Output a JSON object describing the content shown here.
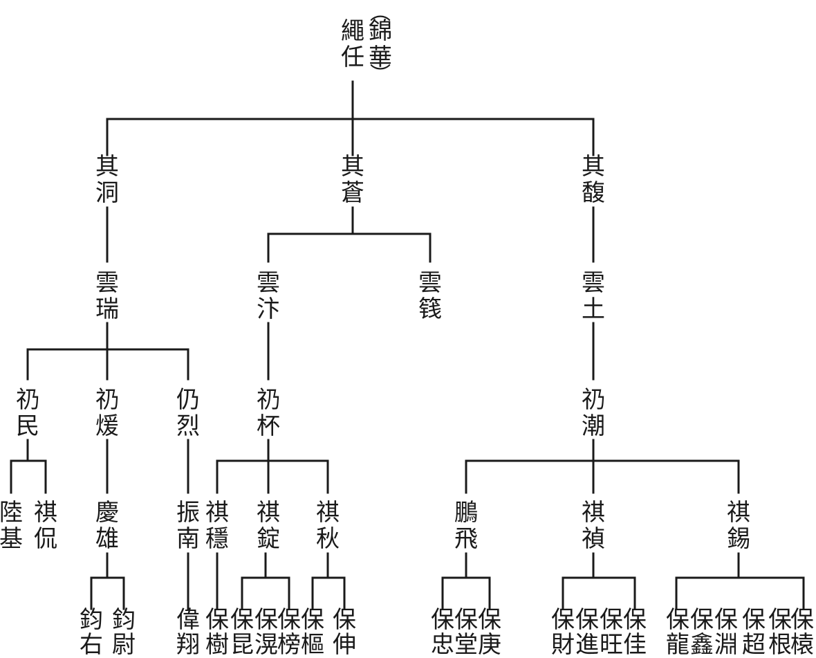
{
  "root": {
    "chars": [
      "繩",
      "任"
    ],
    "alias": [
      "錦",
      "華"
    ],
    "open_paren": "︵",
    "close_paren": "︶"
  },
  "gen1": [
    {
      "id": "qitong",
      "chars": [
        "其",
        "洞"
      ]
    },
    {
      "id": "qicang",
      "chars": [
        "其",
        "蒼"
      ]
    },
    {
      "id": "qifu",
      "chars": [
        "其",
        "馥"
      ]
    }
  ],
  "gen2": [
    {
      "id": "yunrui",
      "chars": [
        "雲",
        "瑞"
      ]
    },
    {
      "id": "yunbian",
      "chars": [
        "雲",
        "汴"
      ]
    },
    {
      "id": "yunxi",
      "chars": [
        "雲",
        "篯"
      ]
    },
    {
      "id": "yuntu",
      "chars": [
        "雲",
        "土"
      ]
    }
  ],
  "gen3": [
    {
      "id": "renmin",
      "chars": [
        "礽",
        "民"
      ]
    },
    {
      "id": "renyuan",
      "chars": [
        "礽",
        "煖"
      ]
    },
    {
      "id": "renglie",
      "chars": [
        "仍",
        "烈"
      ]
    },
    {
      "id": "renbei",
      "chars": [
        "礽",
        "杯"
      ]
    },
    {
      "id": "renchao",
      "chars": [
        "礽",
        "潮"
      ]
    }
  ],
  "gen4": [
    {
      "id": "luji",
      "chars": [
        "陸",
        "基"
      ]
    },
    {
      "id": "qikan",
      "chars": [
        "祺",
        "侃"
      ]
    },
    {
      "id": "qingxiong",
      "chars": [
        "慶",
        "雄"
      ]
    },
    {
      "id": "zhennan",
      "chars": [
        "振",
        "南"
      ]
    },
    {
      "id": "qiwen",
      "chars": [
        "祺",
        "穩"
      ]
    },
    {
      "id": "qiding",
      "chars": [
        "祺",
        "錠"
      ]
    },
    {
      "id": "qiqiu",
      "chars": [
        "祺",
        "秋"
      ]
    },
    {
      "id": "pengfei",
      "chars": [
        "鵬",
        "飛"
      ]
    },
    {
      "id": "qizhen",
      "chars": [
        "祺",
        "禎"
      ]
    },
    {
      "id": "qixi",
      "chars": [
        "祺",
        "錫"
      ]
    }
  ],
  "gen5": [
    {
      "id": "junyou",
      "chars": [
        "鈞",
        "右"
      ]
    },
    {
      "id": "junwei",
      "chars": [
        "鈞",
        "尉"
      ]
    },
    {
      "id": "weixiang",
      "chars": [
        "偉",
        "翔"
      ]
    },
    {
      "id": "baoshu",
      "chars": [
        "保",
        "樹"
      ]
    },
    {
      "id": "baokun",
      "chars": [
        "保",
        "昆"
      ]
    },
    {
      "id": "baohuang",
      "chars": [
        "保",
        "滉"
      ]
    },
    {
      "id": "baobang",
      "chars": [
        "保",
        "榜"
      ]
    },
    {
      "id": "baoshu2",
      "chars": [
        "保",
        "樞"
      ]
    },
    {
      "id": "baoshen",
      "chars": [
        "保",
        "伸"
      ]
    },
    {
      "id": "baozhong",
      "chars": [
        "保",
        "忠"
      ]
    },
    {
      "id": "baotang",
      "chars": [
        "保",
        "堂"
      ]
    },
    {
      "id": "baogeng",
      "chars": [
        "保",
        "庚"
      ]
    },
    {
      "id": "baocai",
      "chars": [
        "保",
        "財"
      ]
    },
    {
      "id": "baojin",
      "chars": [
        "保",
        "進"
      ]
    },
    {
      "id": "baowang",
      "chars": [
        "保",
        "旺"
      ]
    },
    {
      "id": "baojia",
      "chars": [
        "保",
        "佳"
      ]
    },
    {
      "id": "baolong",
      "chars": [
        "保",
        "龍"
      ]
    },
    {
      "id": "baoxin",
      "chars": [
        "保",
        "鑫"
      ]
    },
    {
      "id": "baoyuan",
      "chars": [
        "保",
        "淵"
      ]
    },
    {
      "id": "baochao",
      "chars": [
        "保",
        "超"
      ]
    },
    {
      "id": "baogen",
      "chars": [
        "保",
        "根"
      ]
    },
    {
      "id": "baoniang",
      "chars": [
        "保",
        "榬"
      ]
    }
  ]
}
